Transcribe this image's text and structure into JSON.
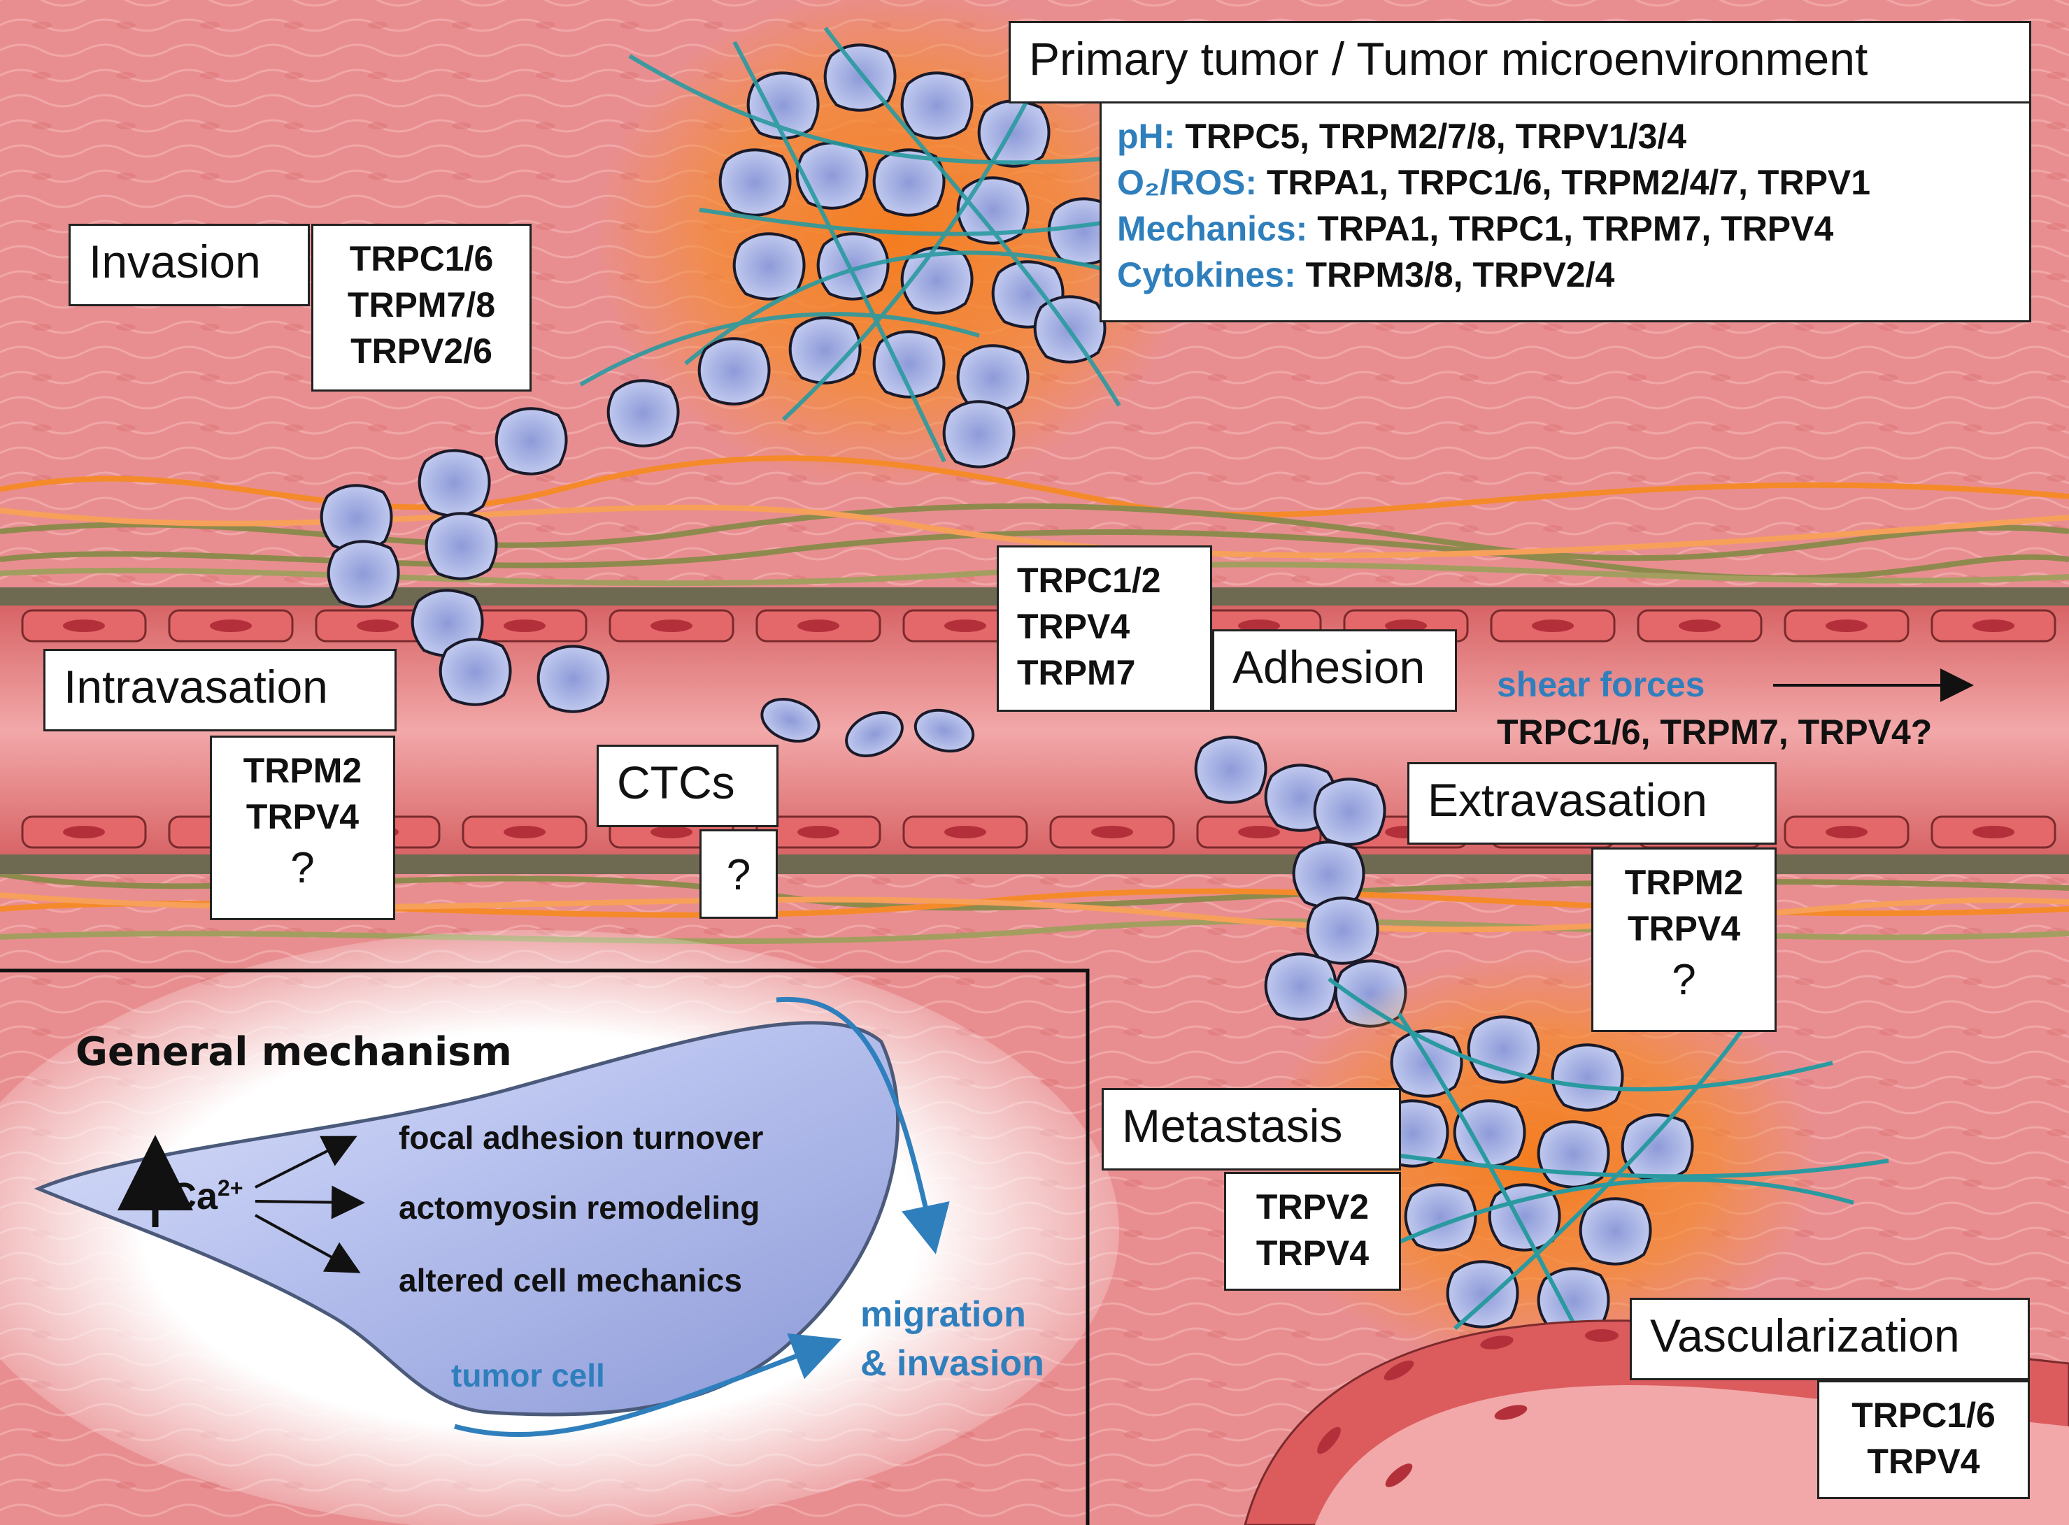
{
  "colors": {
    "tissue": "#e88d8f",
    "vessel_wall": "#6e6a52",
    "endothelial_cell": "#dc5c5e",
    "tumor_cell": "#b9c4ec",
    "ecm_fiber": "#2a9aa0",
    "stroma_fiber": "#8e8a4e",
    "hypoxia_glow": "#f58a2b",
    "accent_blue": "#2f7fbd"
  },
  "tumor": {
    "title": "Primary tumor / Tumor microenvironment",
    "conditions": [
      {
        "key": "pH:",
        "value": " TRPC5, TRPM2/7/8, TRPV1/3/4"
      },
      {
        "key": "O₂/ROS:",
        "value": " TRPA1, TRPC1/6, TRPM2/4/7, TRPV1"
      },
      {
        "key": "Mechanics:",
        "value": " TRPA1, TRPC1, TRPM7, TRPV4"
      },
      {
        "key": "Cytokines:",
        "value": " TRPM3/8, TRPV2/4"
      }
    ]
  },
  "invasion": {
    "title": "Invasion",
    "channels": [
      "TRPC1/6",
      "TRPM7/8",
      "TRPV2/6"
    ]
  },
  "intravasation": {
    "title": "Intravasation",
    "channels": [
      "TRPM2",
      "TRPV4"
    ],
    "unknown": "?"
  },
  "ctcs": {
    "title": "CTCs",
    "unknown": "?"
  },
  "adhesion": {
    "title": "Adhesion",
    "channels": [
      "TRPC1/2",
      "TRPV4",
      "TRPM7"
    ]
  },
  "shear": {
    "label": "shear forces",
    "channels": "TRPC1/6, TRPM7, TRPV4?"
  },
  "extravasation": {
    "title": "Extravasation",
    "channels": [
      "TRPM2",
      "TRPV4"
    ],
    "unknown": "?"
  },
  "metastasis": {
    "title": "Metastasis",
    "channels": [
      "TRPV2",
      "TRPV4"
    ]
  },
  "vascularization": {
    "title": "Vascularization",
    "channels": [
      "TRPC1/6",
      "TRPV4"
    ]
  },
  "mechanism": {
    "title": "General mechanism",
    "ion": "Ca",
    "ion_charge": "2+",
    "effects": [
      "focal adhesion turnover",
      "actomyosin remodeling",
      "altered cell mechanics"
    ],
    "cell_label": "tumor cell",
    "outcome_line1": "migration",
    "outcome_line2": "& invasion"
  }
}
